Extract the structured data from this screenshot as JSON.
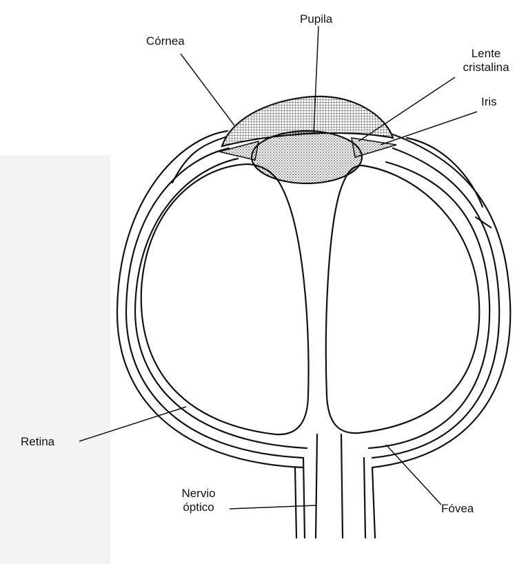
{
  "labels": {
    "pupila": "Pupila",
    "cornea": "Córnea",
    "lente_line1": "Lente",
    "lente_line2": "cristalina",
    "iris": "Iris",
    "retina": "Retina",
    "nervio_line1": "Nervio",
    "nervio_line2": "óptico",
    "fovea": "Fóvea"
  },
  "colors": {
    "ink": "#111111",
    "paper": "#ffffff",
    "shade": "#f3f3f3"
  }
}
